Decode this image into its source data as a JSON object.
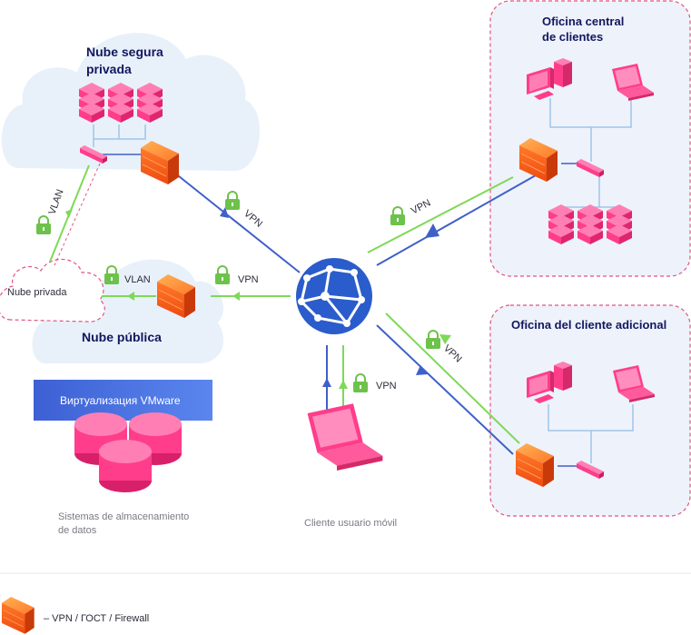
{
  "nodes": {
    "private_secure_cloud": {
      "line1": "Nube segura",
      "line2": "privada"
    },
    "private_cloud": "Nube privada",
    "public_cloud": "Nube pública",
    "virtualization": "Виртуализация VMware",
    "storage": {
      "line1": "Sistemas de almacenamiento",
      "line2": "de datos"
    },
    "mobile_client": "Cliente usuario móvil",
    "central_office": {
      "line1": "Oficina central",
      "line2": "de clientes"
    },
    "additional_office": "Oficina del cliente adicional"
  },
  "links": {
    "vpn_label": "VPN",
    "vlan_label": "VLAN"
  },
  "legend": {
    "text": "– VPN / ГОСТ / Firewall"
  },
  "colors": {
    "blue_link": "#4060c8",
    "green_link": "#7ed957",
    "cloud_fill": "#e8f1fa",
    "office_border": "#e0557f",
    "office_fill": "#eef2fb",
    "device_pink": "#ff3d8b",
    "firewall_orange": "#ff6a1a",
    "lock_green": "#6cc24a",
    "globe_blue": "#2b5ccb",
    "vm_bar": "#4a72e0",
    "title_navy": "#12175e"
  },
  "icons": [
    "server-stack-icon",
    "firewall-icon",
    "switch-icon",
    "desktop-icon",
    "laptop-icon",
    "globe-icon",
    "lock-icon",
    "database-icon",
    "arrow-icon"
  ]
}
